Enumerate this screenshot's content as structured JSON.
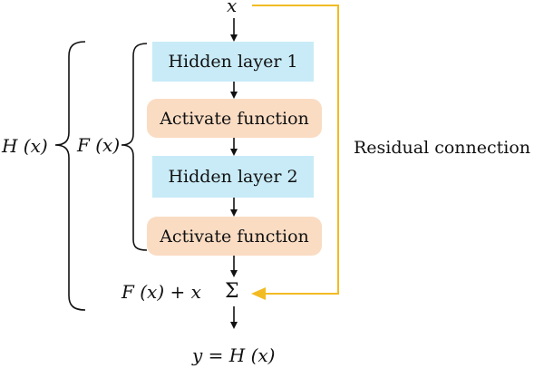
{
  "diagram": {
    "input_label": "x",
    "blocks": [
      {
        "kind": "hidden",
        "label": "Hidden layer 1"
      },
      {
        "kind": "activation",
        "label": "Activate function"
      },
      {
        "kind": "hidden",
        "label": "Hidden layer 2"
      },
      {
        "kind": "activation",
        "label": "Activate function"
      }
    ],
    "f_label": "F (x)",
    "h_label": "H (x)",
    "sum_label": "F (x) + x",
    "sum_symbol": "Σ",
    "residual_label": "Residual connection",
    "output_label": "y = H (x)"
  },
  "colors": {
    "hidden_fill": "#c8ebf7",
    "activation_fill": "#fadcc3",
    "residual_line": "#f2bb22",
    "arrow": "#111111"
  }
}
